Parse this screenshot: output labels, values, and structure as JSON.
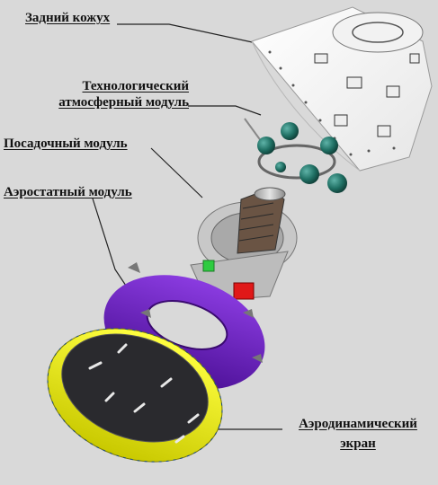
{
  "labels": {
    "rear_casing": "Задний кожух",
    "tech_module_line1": "Технологический",
    "tech_module_line2": "атмосферный модуль",
    "landing_module": "Посадочный модуль",
    "aerostat_module": "Аэростатный модуль",
    "aero_screen_line1": "Аэродинамический",
    "aero_screen_line2": "экран"
  },
  "colors": {
    "background": "#d9d9d9",
    "casing": "#f8f8f8",
    "tank": "#1f6f63",
    "aerostat_torus": "#6f1fc4",
    "aero_screen_rim": "#f0f000",
    "aero_screen_disk": "#2a2a2e",
    "label_text": "#111111",
    "leader_line": "#222222"
  }
}
